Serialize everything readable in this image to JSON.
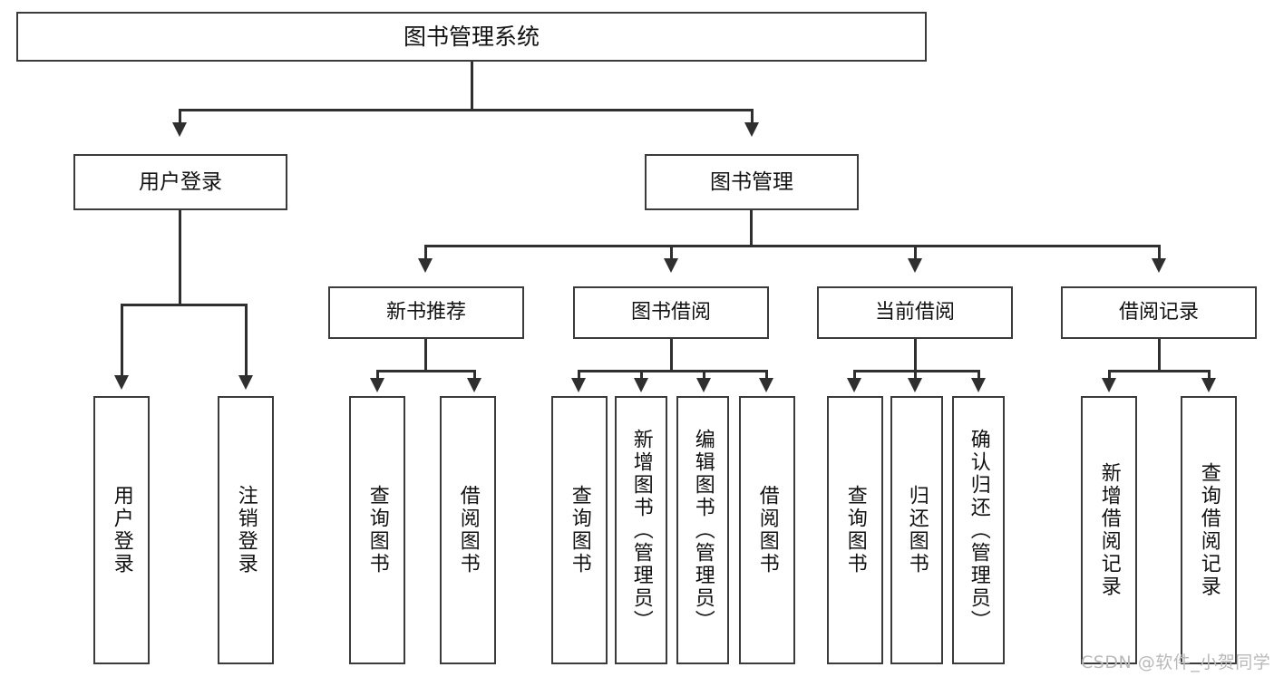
{
  "diagram": {
    "title": "图书管理系统",
    "watermark": "CSDN @软件_小贺同学",
    "accent_color": "#3b3b3b",
    "line_color": "#2f2f2f",
    "background": "#ffffff"
  },
  "nodes": {
    "root": {
      "label": "图书管理系统"
    },
    "level1": [
      {
        "label": "用户登录"
      },
      {
        "label": "图书管理"
      }
    ],
    "level2": [
      {
        "label": "新书推荐"
      },
      {
        "label": "图书借阅"
      },
      {
        "label": "当前借阅"
      },
      {
        "label": "借阅记录"
      }
    ],
    "leaves": {
      "user_login": [
        {
          "label": "用户登录"
        },
        {
          "label": "注销登录"
        }
      ],
      "new_book": [
        {
          "label": "查询图书"
        },
        {
          "label": "借阅图书"
        }
      ],
      "borrow_book": [
        {
          "label": "查询图书"
        },
        {
          "label": "新增图书（管理员）"
        },
        {
          "label": "编辑图书（管理员）"
        },
        {
          "label": "借阅图书"
        }
      ],
      "current_borrow": [
        {
          "label": "查询图书"
        },
        {
          "label": "归还图书"
        },
        {
          "label": "确认归还（管理员）"
        }
      ],
      "borrow_record": [
        {
          "label": "新增借阅记录"
        },
        {
          "label": "查询借阅记录"
        }
      ]
    }
  }
}
